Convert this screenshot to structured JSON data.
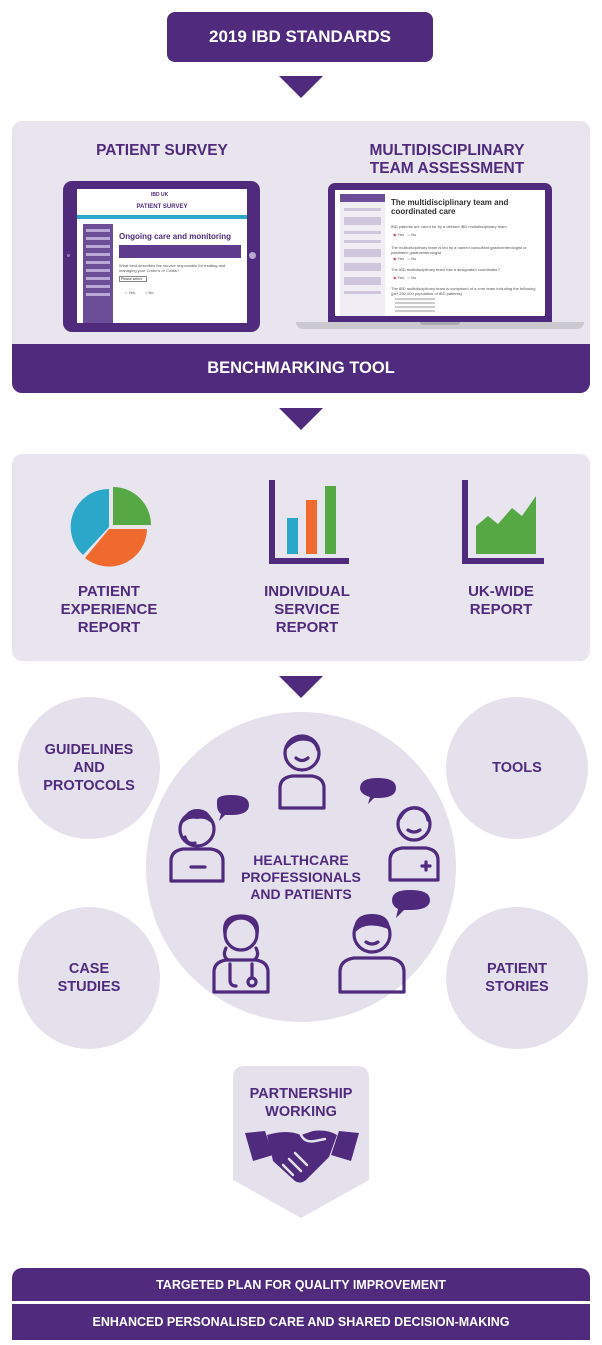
{
  "title": "2019 IBD STANDARDS",
  "tools": {
    "survey_heading": "PATIENT SURVEY",
    "assessment_heading_1": "MULTIDISCIPLINARY",
    "assessment_heading_2": "TEAM ASSESSMENT",
    "benchmark_label": "BENCHMARKING TOOL",
    "tablet": {
      "brand": "IBD UK",
      "page_title": "PATIENT SURVEY",
      "section_title": "Ongoing care and monitoring",
      "question": "What best describes the service responsible for treating and managing your Crohn's or Colitis?",
      "select_value": "Please select",
      "radio_yes": "Yes",
      "radio_no": "No"
    },
    "laptop": {
      "title_line1": "The multidisciplinary team and",
      "title_line2": "coordinated care",
      "q1": "IBD patients are cared for by a defined IBD multidisciplinary team",
      "q2": "The multidisciplinary team is led by a named consultant gastroenterologist or paediatric gastroenterologist",
      "q3": "The IBD multidisciplinary team has a designated coordinator?",
      "q4": "The IBD multidisciplinary team is comprised of a core team including the following (per 250,000 population of IBD patients)",
      "yes": "Yes",
      "no": "No"
    }
  },
  "reports": [
    {
      "label_lines": [
        "PATIENT",
        "EXPERIENCE",
        "REPORT"
      ],
      "icon": "pie-chart-icon"
    },
    {
      "label_lines": [
        "INDIVIDUAL",
        "SERVICE",
        "REPORT"
      ],
      "icon": "bar-chart-icon"
    },
    {
      "label_lines": [
        "UK-WIDE",
        "REPORT"
      ],
      "icon": "area-chart-icon"
    }
  ],
  "resources": {
    "guidelines": [
      "GUIDELINES",
      "AND",
      "PROTOCOLS"
    ],
    "tools": [
      "TOOLS"
    ],
    "case_studies": [
      "CASE",
      "STUDIES"
    ],
    "patient_stories": [
      "PATIENT",
      "STORIES"
    ],
    "center": [
      "HEALTHCARE",
      "PROFESSIONALS",
      "AND PATIENTS"
    ]
  },
  "partnership": [
    "PARTNERSHIP",
    "WORKING"
  ],
  "outcomes": {
    "line1": "TARGETED PLAN FOR QUALITY IMPROVEMENT",
    "line2": "ENHANCED PERSONALISED CARE AND SHARED DECISION-MAKING"
  },
  "colors": {
    "brand": "#4f2a7d",
    "panel": "#e8e5ef",
    "chart_blue": "#2ba7c9",
    "chart_orange": "#ef6a2c",
    "chart_green": "#55a844"
  }
}
